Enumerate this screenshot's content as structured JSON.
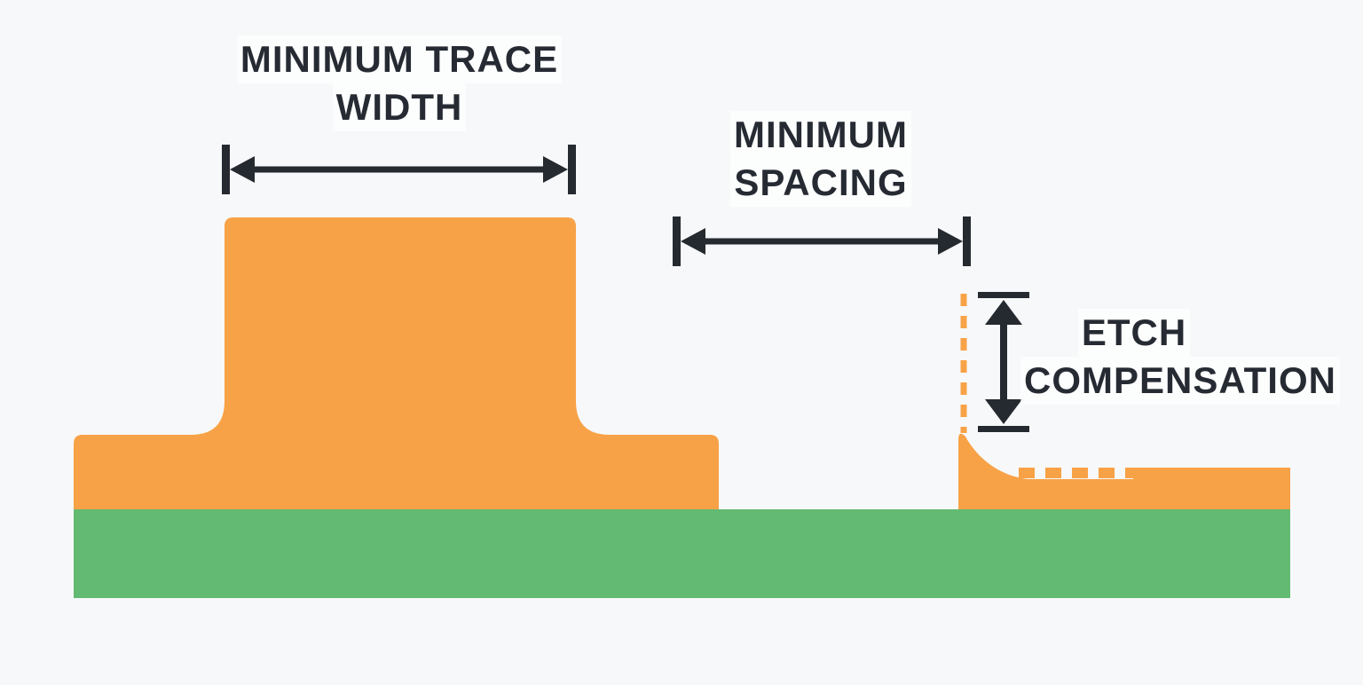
{
  "diagram": {
    "labels": {
      "min_trace_width": {
        "line1": "MINIMUM TRACE",
        "line2": "WIDTH"
      },
      "min_spacing": {
        "line1": "MINIMUM",
        "line2": "SPACING"
      },
      "etch_compensation": {
        "line1": "ETCH",
        "line2": "COMPENSATION"
      }
    },
    "colors": {
      "copper": "#F8A247",
      "substrate": "#63BA72",
      "ink": "#252A30",
      "text": "#262B33",
      "background": "#F7F8F9"
    }
  }
}
